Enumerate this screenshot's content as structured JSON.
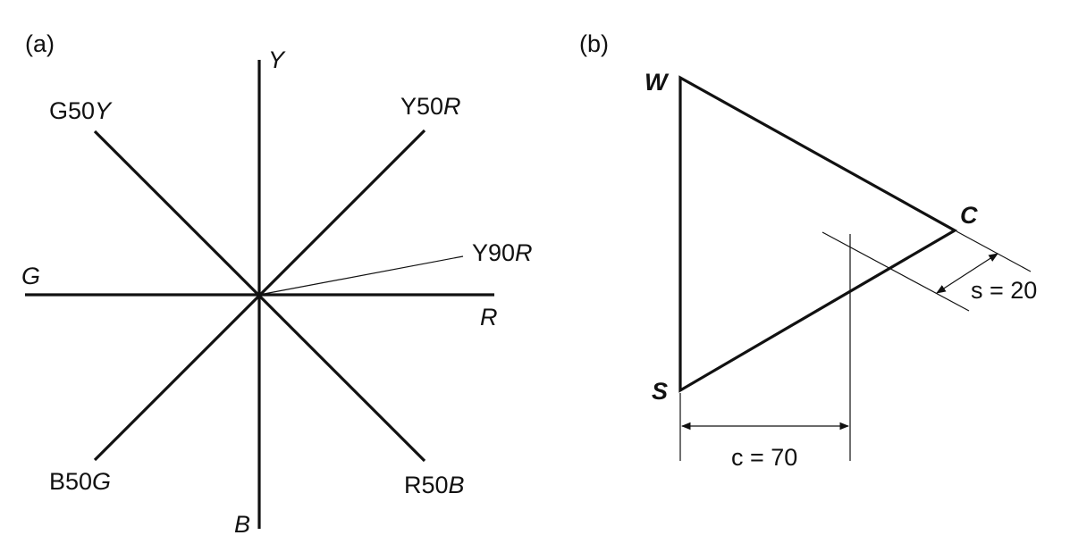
{
  "panel_a": {
    "label": "(a)",
    "hues": {
      "y": "Y",
      "r": "R",
      "g": "G",
      "b": "B",
      "g50y_prefix": "G50",
      "g50y_suffix": "Y",
      "y50r_prefix": "Y50",
      "y50r_suffix": "R",
      "y90r_prefix": "Y90",
      "y90r_suffix": "R",
      "b50g_prefix": "B50",
      "b50g_suffix": "G",
      "r50b_prefix": "R50",
      "r50b_suffix": "B"
    }
  },
  "panel_b": {
    "label": "(b)",
    "vertices": {
      "w": "W",
      "c": "C",
      "s": "S"
    },
    "chromaticness": "c = 70",
    "blackness": "s = 20"
  },
  "colors": {
    "line": "#111111",
    "background": "#ffffff"
  }
}
